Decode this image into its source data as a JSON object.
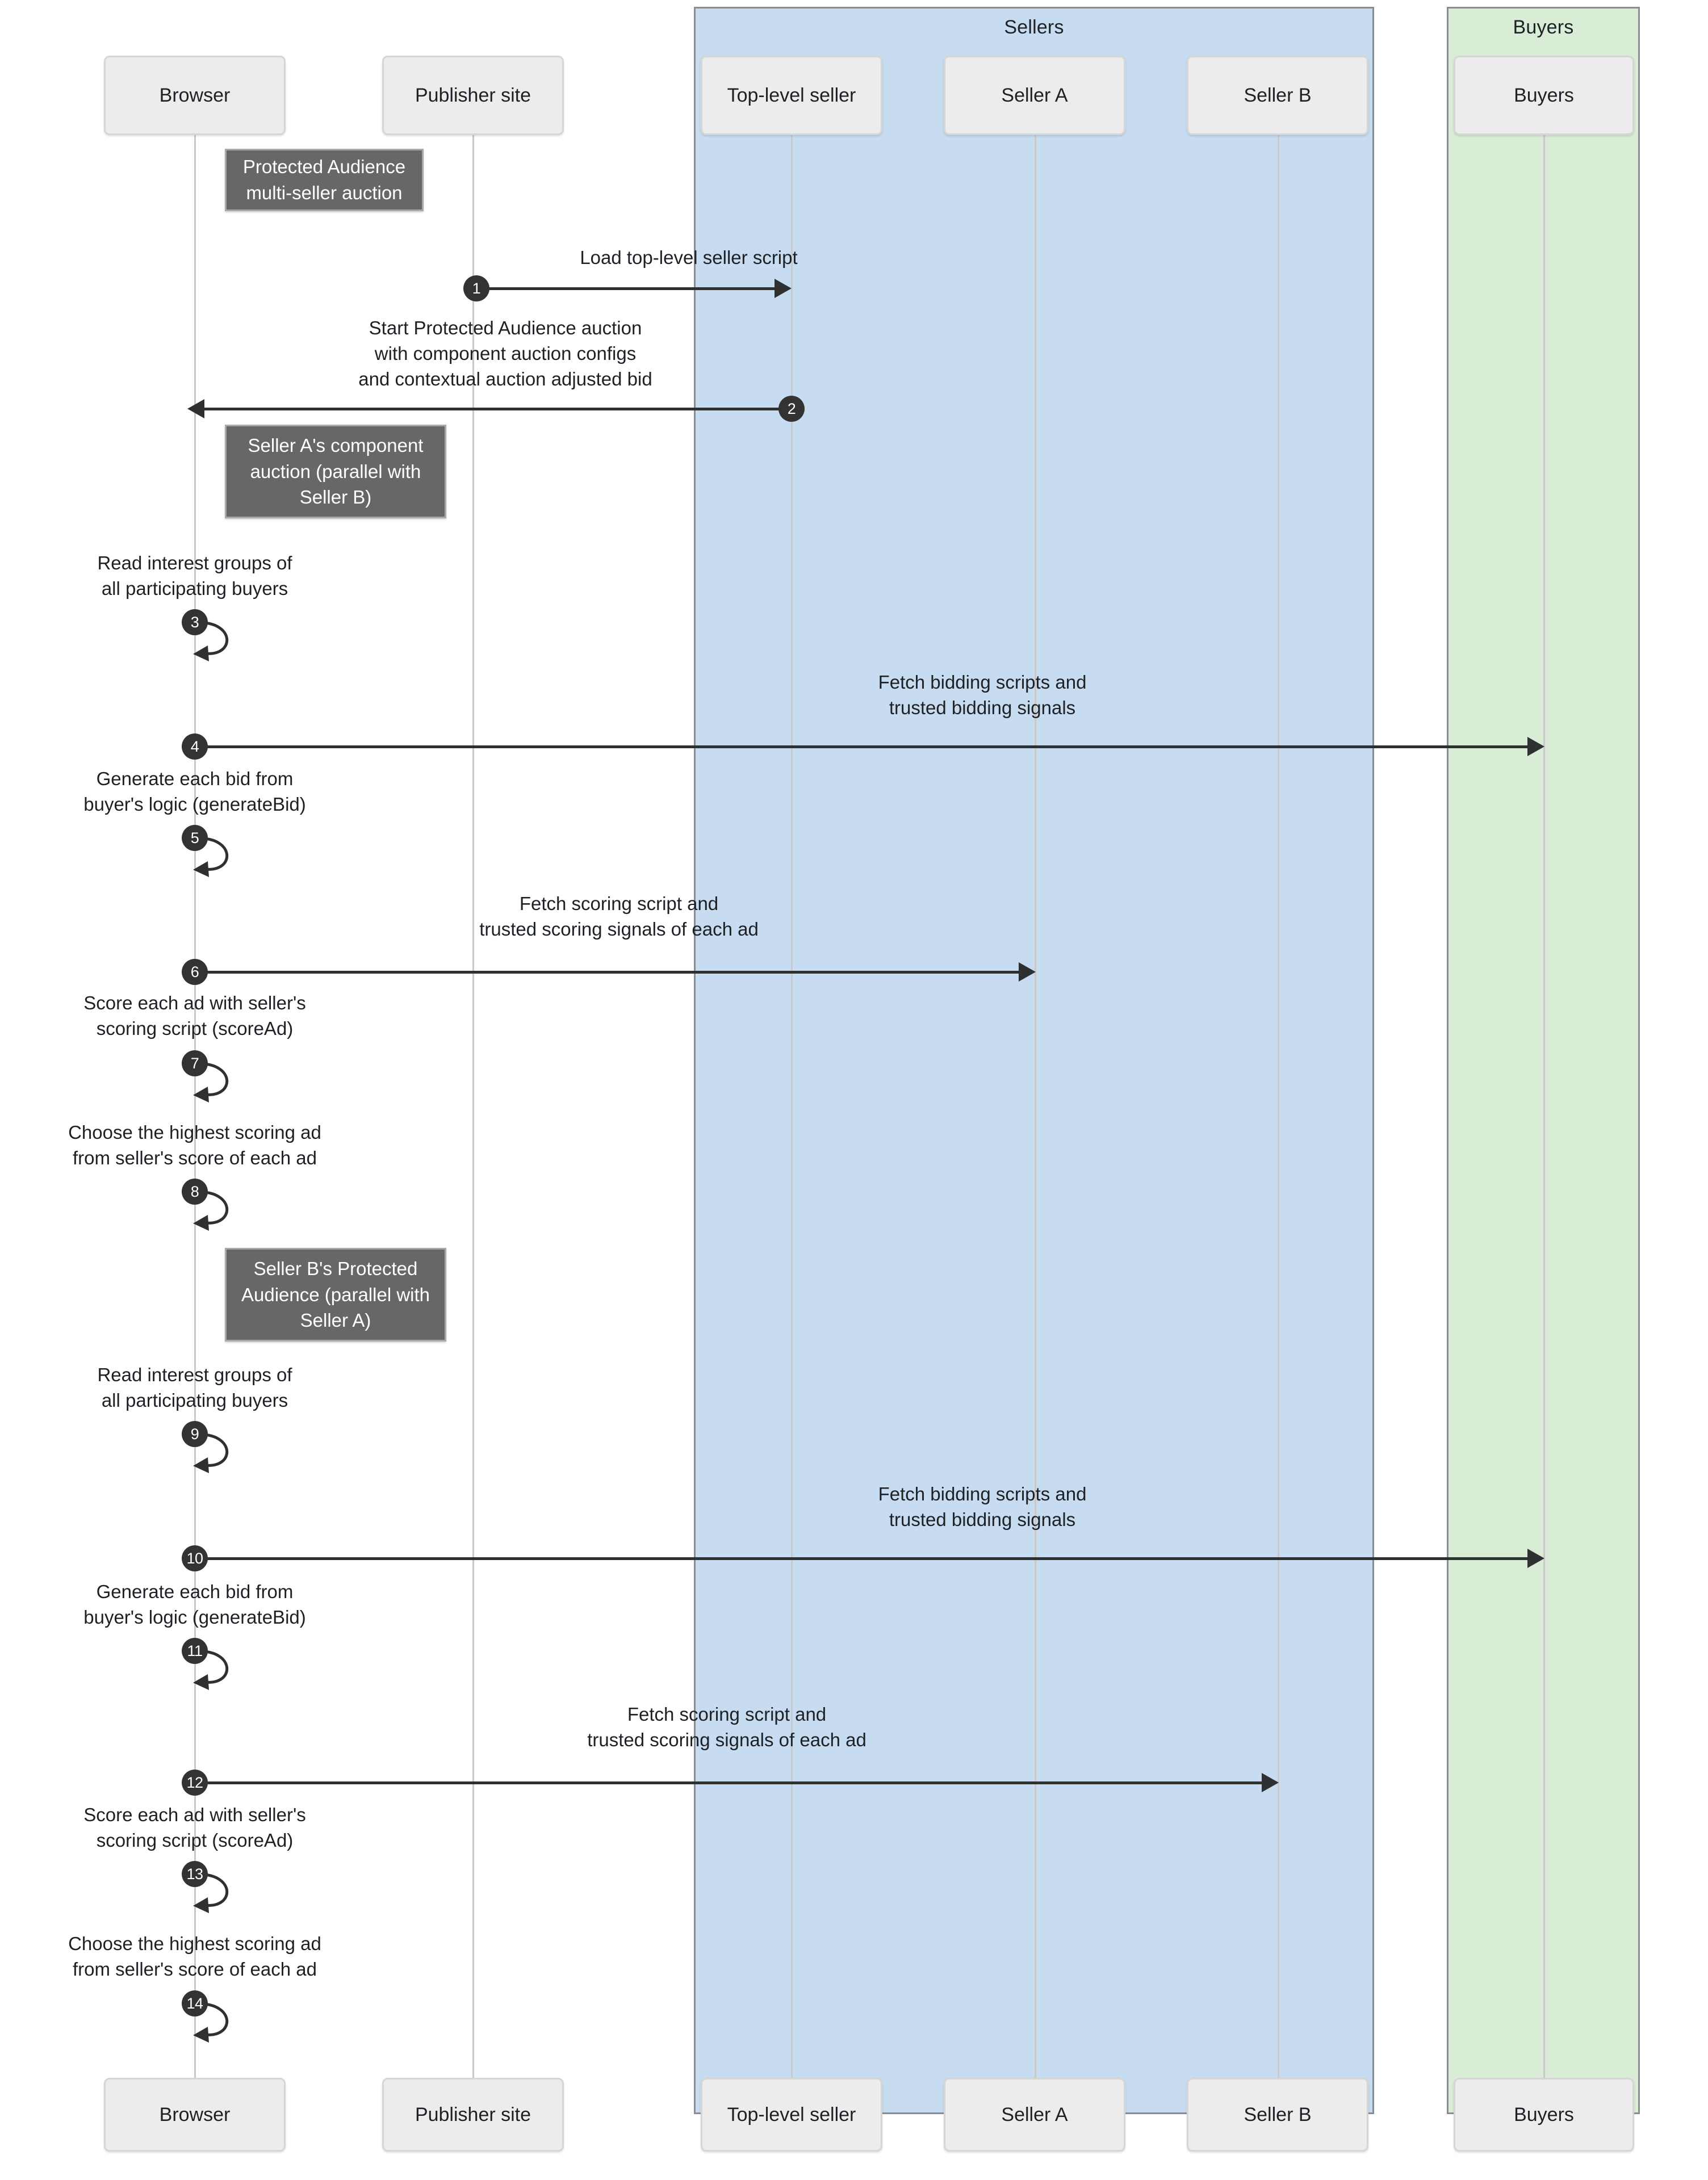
{
  "diagram": {
    "type": "sequence-diagram",
    "title": "Protected Audience multi-seller auction",
    "colors": {
      "sellers_group_fill": "#c7dcf0",
      "buyers_group_fill": "#d9ecd6",
      "group_border": "#8a8d91",
      "actor_fill": "#ececec",
      "actor_border": "#d6d6d6",
      "note_fill": "#676767",
      "note_text": "#ffffff",
      "arrow": "#2f3032",
      "badge_fill": "#333333",
      "lifeline": "#c9c9c9"
    }
  },
  "groups": [
    {
      "id": "sellers",
      "label": "Sellers"
    },
    {
      "id": "buyers",
      "label": "Buyers"
    }
  ],
  "participants": [
    {
      "id": "browser",
      "label": "Browser"
    },
    {
      "id": "publisher",
      "label": "Publisher site"
    },
    {
      "id": "topseller",
      "label": "Top-level seller"
    },
    {
      "id": "sellerA",
      "label": "Seller A"
    },
    {
      "id": "sellerB",
      "label": "Seller B"
    },
    {
      "id": "buyers",
      "label": "Buyers"
    }
  ],
  "notes": [
    {
      "id": "note1",
      "text": "Protected Audience\nmulti-seller auction"
    },
    {
      "id": "note2",
      "text": "Seller A's\ncomponent auction\n(parallel with Seller B)"
    },
    {
      "id": "note3",
      "text": "Seller B's\nProtected Audience\n(parallel with Seller A)"
    }
  ],
  "messages": [
    {
      "num": "1",
      "label": "Load top-level seller script",
      "from": "publisher",
      "to": "topseller",
      "kind": "arrow",
      "dir": "right"
    },
    {
      "num": "2",
      "label": "Start Protected Audience auction\nwith component auction configs\nand contextual auction adjusted bid",
      "from": "topseller",
      "to": "browser",
      "kind": "arrow",
      "dir": "left"
    },
    {
      "num": "3",
      "label": "Read interest groups of\nall participating buyers",
      "from": "browser",
      "to": "browser",
      "kind": "self"
    },
    {
      "num": "4",
      "label": "Fetch bidding scripts and\ntrusted bidding signals",
      "from": "browser",
      "to": "buyers",
      "kind": "arrow",
      "dir": "right"
    },
    {
      "num": "5",
      "label": "Generate each bid from\nbuyer's logic (generateBid)",
      "from": "browser",
      "to": "browser",
      "kind": "self"
    },
    {
      "num": "6",
      "label": "Fetch scoring script and\ntrusted scoring signals of each ad",
      "from": "browser",
      "to": "sellerA",
      "kind": "arrow",
      "dir": "right"
    },
    {
      "num": "7",
      "label": "Score each ad with seller's\nscoring script (scoreAd)",
      "from": "browser",
      "to": "browser",
      "kind": "self"
    },
    {
      "num": "8",
      "label": "Choose the highest scoring ad\nfrom seller's score of each ad",
      "from": "browser",
      "to": "browser",
      "kind": "self"
    },
    {
      "num": "9",
      "label": "Read interest groups of\nall participating buyers",
      "from": "browser",
      "to": "browser",
      "kind": "self"
    },
    {
      "num": "10",
      "label": "Fetch bidding scripts and\ntrusted bidding signals",
      "from": "browser",
      "to": "buyers",
      "kind": "arrow",
      "dir": "right"
    },
    {
      "num": "11",
      "label": "Generate each bid from\nbuyer's logic (generateBid)",
      "from": "browser",
      "to": "browser",
      "kind": "self"
    },
    {
      "num": "12",
      "label": "Fetch scoring script and\ntrusted scoring signals of each ad",
      "from": "browser",
      "to": "sellerB",
      "kind": "arrow",
      "dir": "right"
    },
    {
      "num": "13",
      "label": "Score each ad with seller's\nscoring script (scoreAd)",
      "from": "browser",
      "to": "browser",
      "kind": "self"
    },
    {
      "num": "14",
      "label": "Choose the highest scoring ad\nfrom seller's score of each ad",
      "from": "browser",
      "to": "browser",
      "kind": "self"
    }
  ]
}
